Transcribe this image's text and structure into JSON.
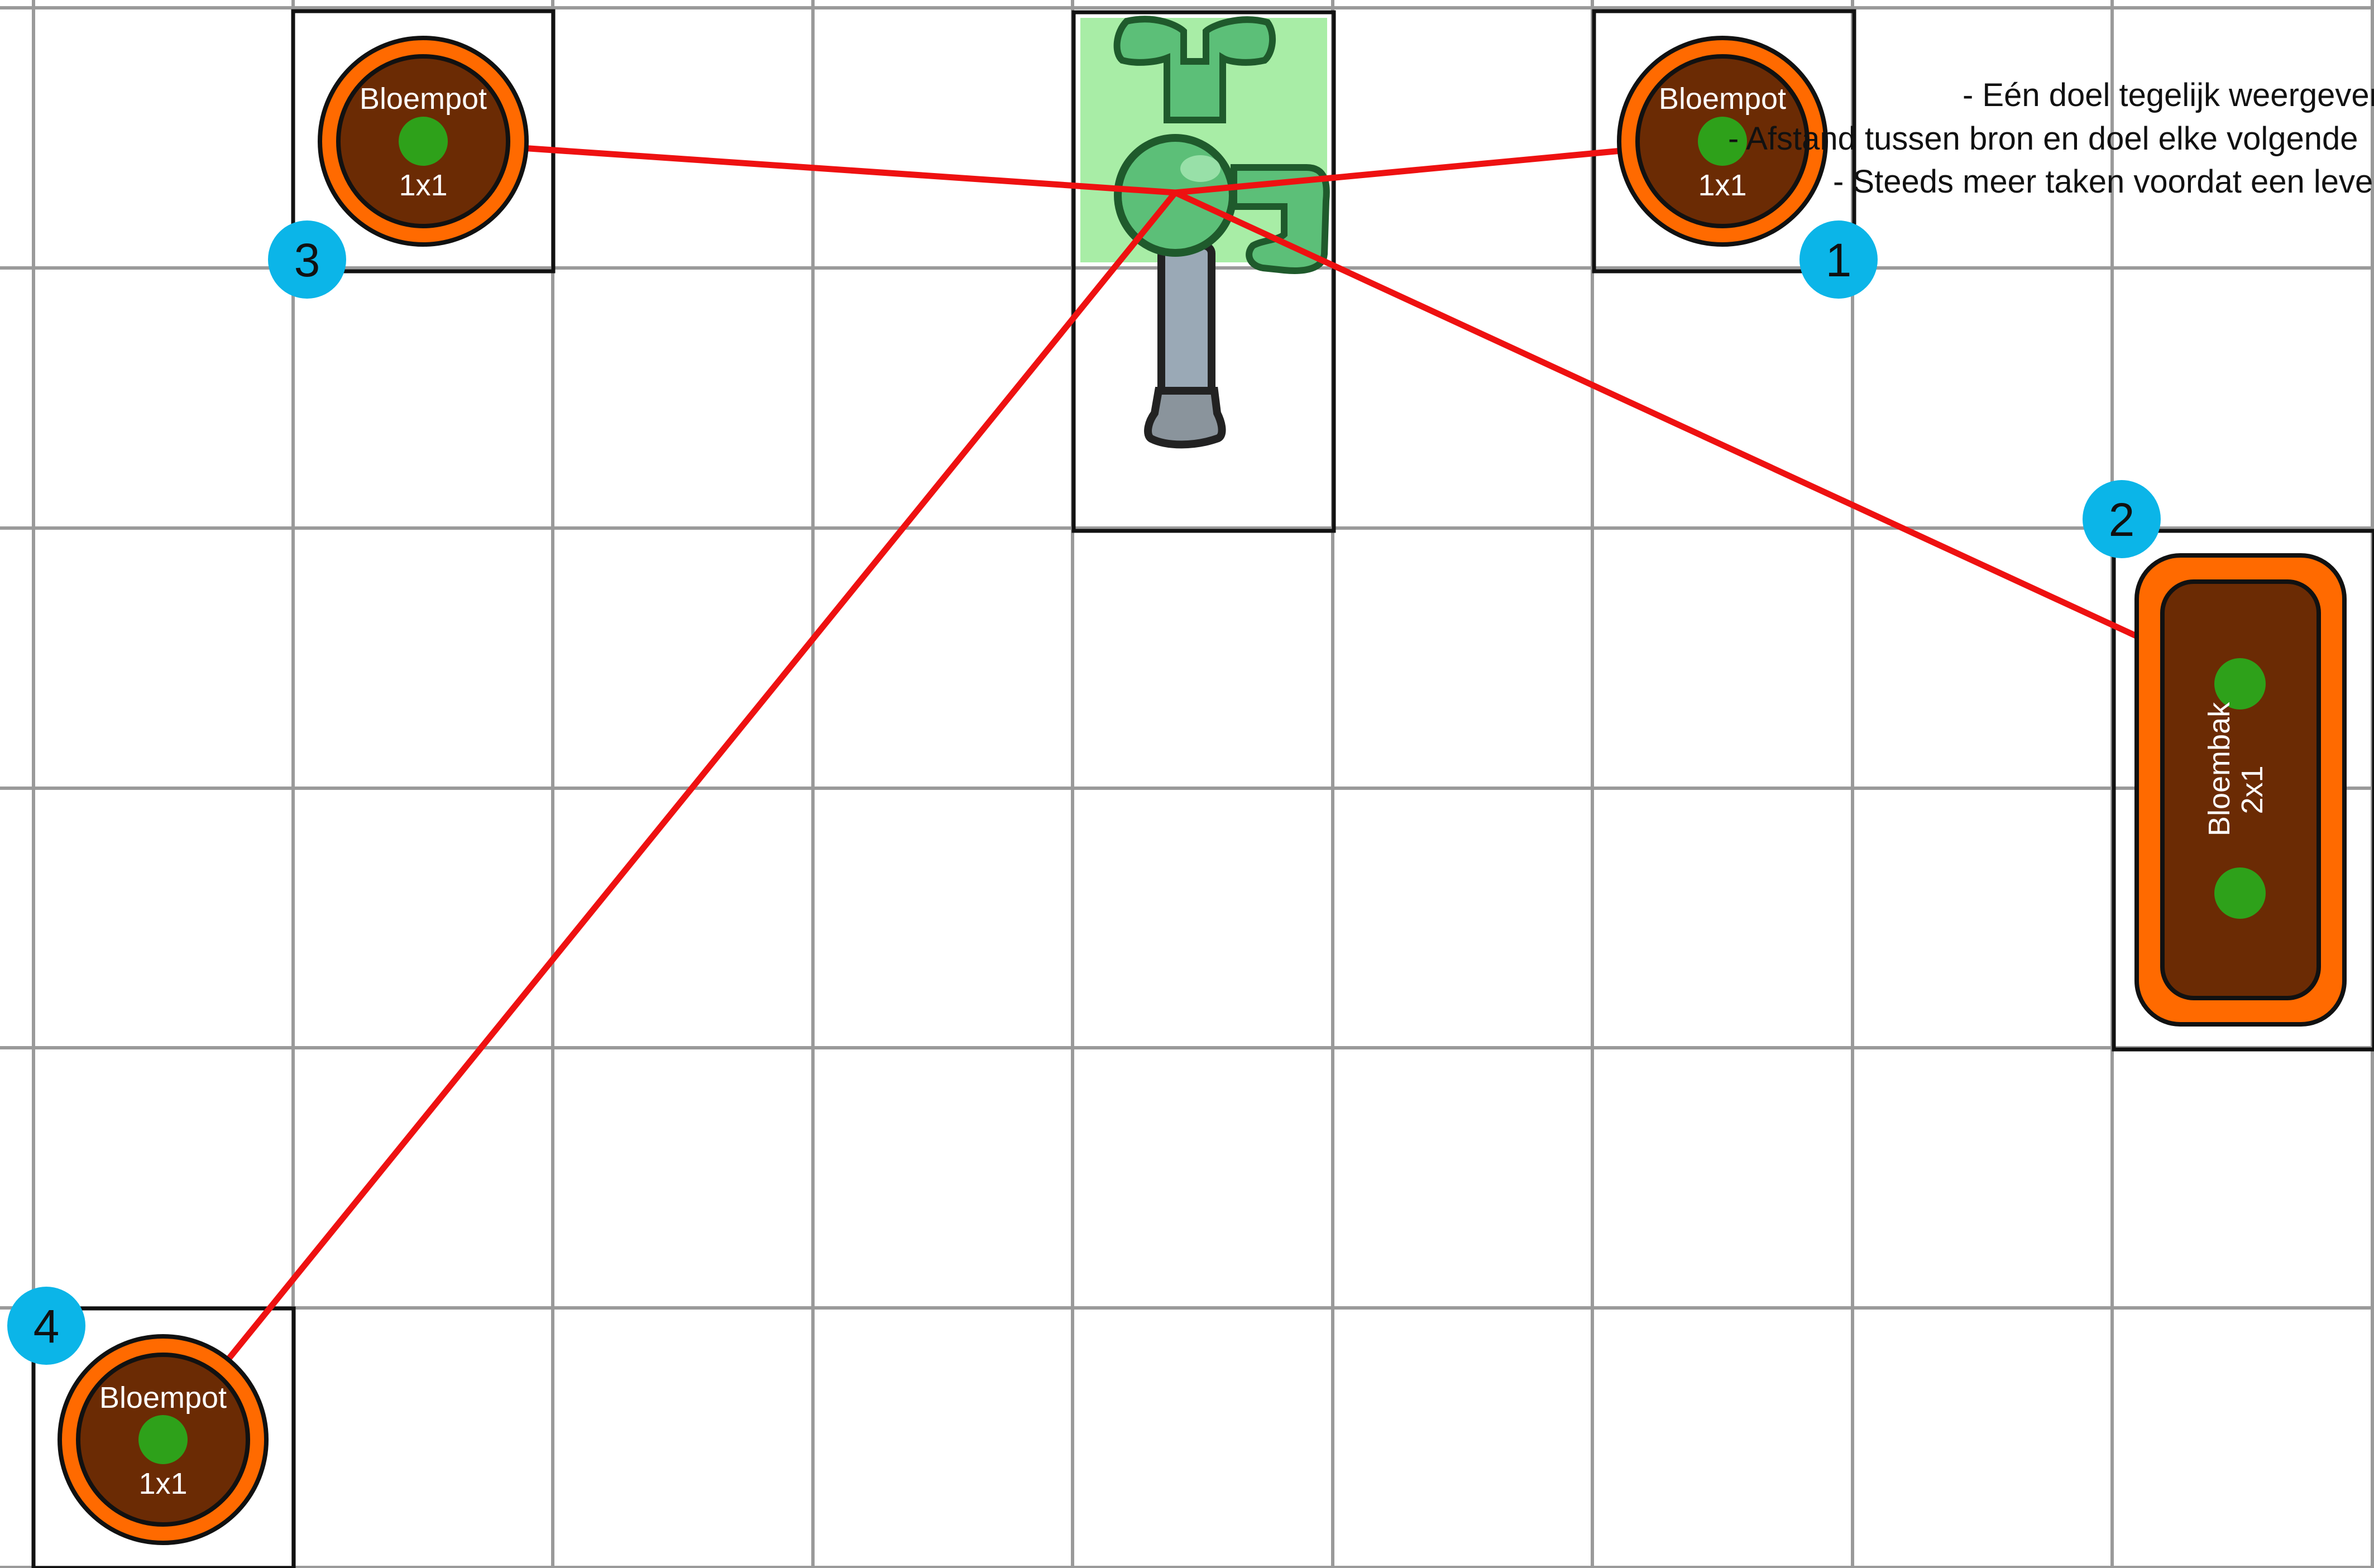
{
  "colors": {
    "grid": "#9a9a9a",
    "background": "#ffffff",
    "pot_rim": "#ff6a00",
    "pot_soil": "#6b2b04",
    "plant_dot": "#2ea11a",
    "route_line": "#ee1111",
    "badge": "#0bb5e8",
    "tap_highlight": "#a8eda6",
    "tap_green": "#5cbf78",
    "tap_dark": "#1f5a2c",
    "tap_pipe": "#9aa9b6"
  },
  "notes": [
    "- Eén doel tegelijk weergeven",
    "- Afstand tussen bron en doel elke volgende",
    "- Steeds meer taken voordat een leve"
  ],
  "source": {
    "icon": "water-tap-icon"
  },
  "targets": [
    {
      "order": "1",
      "kind": "Bloempot",
      "size": "1x1"
    },
    {
      "order": "2",
      "kind": "Bloembak",
      "size": "2x1"
    },
    {
      "order": "3",
      "kind": "Bloempot",
      "size": "1x1"
    },
    {
      "order": "4",
      "kind": "Bloempot",
      "size": "1x1"
    }
  ]
}
